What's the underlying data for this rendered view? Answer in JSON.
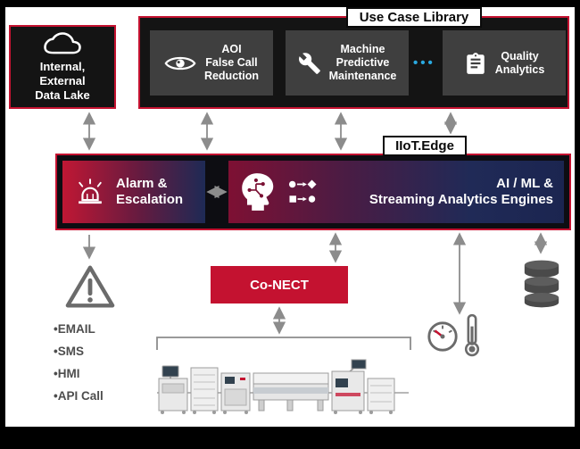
{
  "data_lake": {
    "icon": "cloud-icon",
    "label": "Internal,\nExternal\nData Lake"
  },
  "use_case_library": {
    "title": "Use Case Library",
    "cases": [
      {
        "icon": "eye-icon",
        "label": "AOI\nFalse Call\nReduction"
      },
      {
        "icon": "wrench-icon",
        "label": "Machine\nPredictive\nMaintenance"
      },
      {
        "icon": "clipboard-icon",
        "label": "Quality\nAnalytics"
      }
    ],
    "ellipsis": "•••"
  },
  "iiot_edge": {
    "title": "IIoT.Edge",
    "alarm": {
      "icon": "siren-icon",
      "label": "Alarm &\nEscalation"
    },
    "ai_ml": {
      "icons": [
        "ai-head-icon",
        "flowchart-icon"
      ],
      "label": "AI / ML &\nStreaming Analytics Engines"
    }
  },
  "conect": {
    "label": "Co-NECT"
  },
  "notifications": {
    "icon": "warning-triangle-icon",
    "items": [
      "•EMAIL",
      "•SMS",
      "•HMI",
      "•API Call"
    ]
  },
  "sensors": {
    "icons": [
      "gauge-icon",
      "thermometer-icon"
    ]
  },
  "storage": {
    "icon": "database-icon"
  },
  "production_line": {
    "icon": "smt-line-illustration"
  },
  "accents": {
    "red": "#c41230",
    "dark_panel": "#141414",
    "gray_panel": "#3f3f3f",
    "blue_dots": "#2aa9e0",
    "arrow_gray": "#8c8c8c"
  }
}
